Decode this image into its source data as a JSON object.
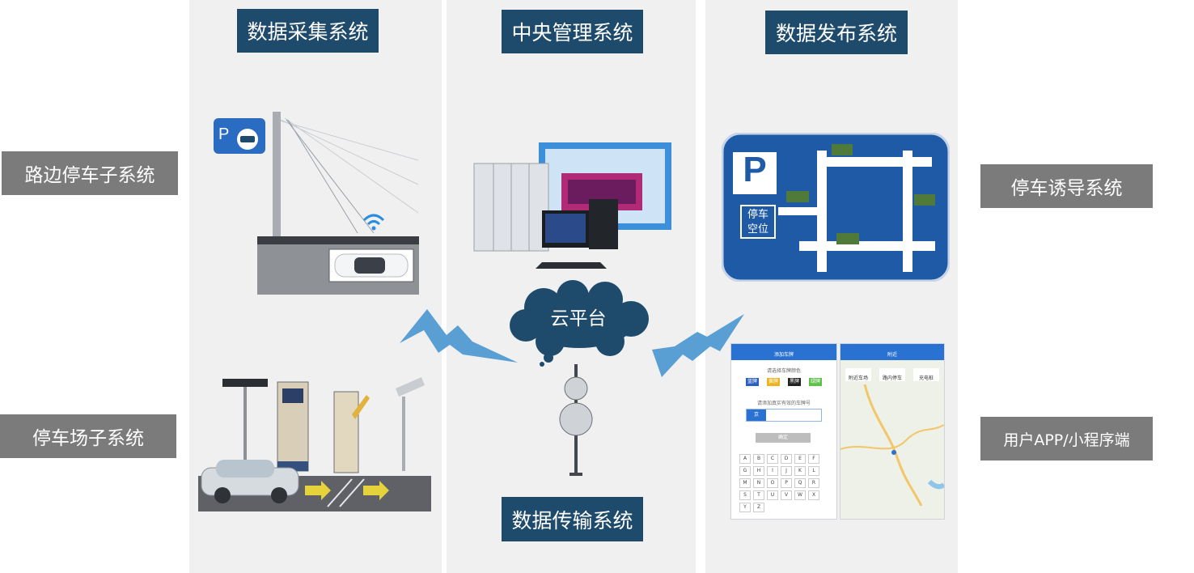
{
  "headers": {
    "collection": "数据采集系统",
    "central": "中央管理系统",
    "publish": "数据发布系统",
    "transmission": "数据传输系统"
  },
  "left_labels": {
    "roadside": "路边停车子系统",
    "parking_lot": "停车场子系统"
  },
  "right_labels": {
    "guidance": "停车诱导系统",
    "app": "用户APP/小程序端"
  },
  "cloud_label": "云平台",
  "guide_sign": {
    "p_glyph": "P",
    "vacancy_l1": "停车",
    "vacancy_l2": "空位"
  },
  "phone_ui": {
    "left_title": "添加车牌",
    "left_prompt": "请选择车牌颜色",
    "plate_colors": [
      "蓝牌",
      "黄牌",
      "黑牌",
      "绿牌"
    ],
    "plate_input_prompt": "请添加真实有效的车牌号",
    "plate_first": "京",
    "confirm": "确定",
    "keys": [
      "A",
      "B",
      "C",
      "D",
      "E",
      "F",
      "G",
      "H",
      "I",
      "J",
      "K",
      "L",
      "M",
      "N",
      "O",
      "P",
      "Q",
      "R",
      "S",
      "T",
      "U",
      "V",
      "W",
      "X",
      "Y",
      "Z"
    ],
    "right_title": "附近",
    "map_buttons": [
      "附近车场",
      "路内停车",
      "充电桩"
    ]
  },
  "colors": {
    "header_bg": "#1e4a6b",
    "side_bg": "#7b7b7b",
    "column_bg": "#f0f0f0",
    "sign_blue": "#1f5aa6",
    "lightning": "#5a9fd4",
    "cloud": "#1e4a6b"
  }
}
